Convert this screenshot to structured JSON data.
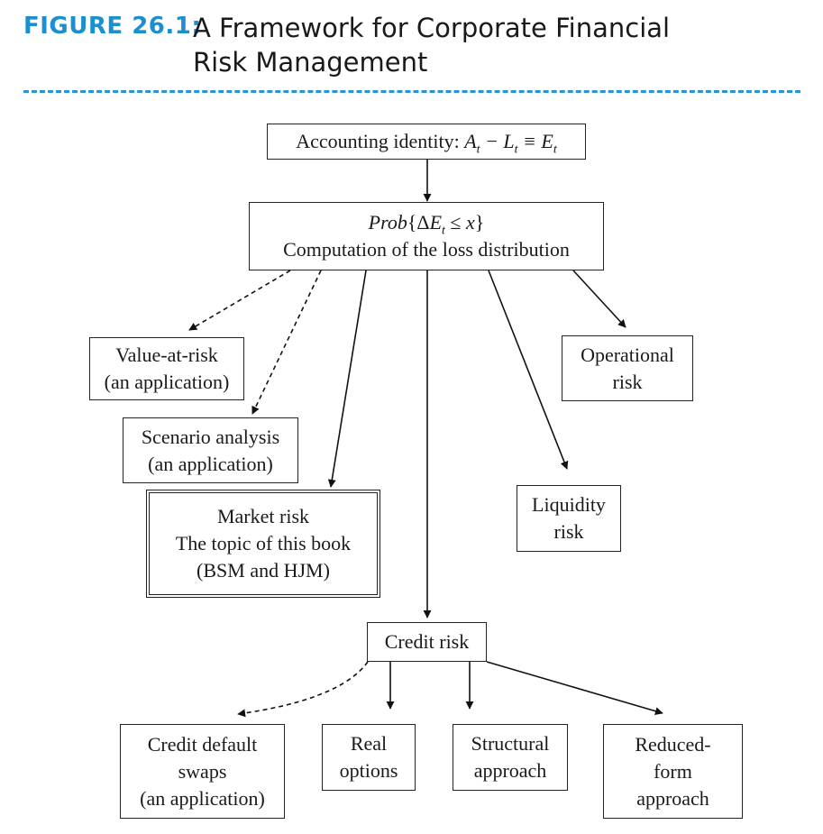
{
  "figure": {
    "label": "FIGURE 26.1:",
    "title_line1": "A Framework for Corporate Financial",
    "title_line2": "Risk Management"
  },
  "nodes": {
    "identity": {
      "text": "Accounting identity: "
    },
    "loss": {
      "prob": "Prob",
      "line2": "Computation of the loss distribution"
    },
    "var": {
      "line1": "Value-at-risk",
      "line2": "(an application)"
    },
    "scenario": {
      "line1": "Scenario analysis",
      "line2": "(an application)"
    },
    "market": {
      "line1": "Market risk",
      "line2": "The topic of this book",
      "line3": "(BSM and HJM)"
    },
    "operational": {
      "line1": "Operational",
      "line2": "risk"
    },
    "liquidity": {
      "line1": "Liquidity",
      "line2": "risk"
    },
    "credit": {
      "line1": "Credit risk"
    },
    "cds": {
      "line1": "Credit default",
      "line2": "swaps",
      "line3": "(an application)"
    },
    "real": {
      "line1": "Real",
      "line2": "options"
    },
    "structural": {
      "line1": "Structural",
      "line2": "approach"
    },
    "reduced": {
      "line1": "Reduced-",
      "line2": "form",
      "line3": "approach"
    }
  }
}
